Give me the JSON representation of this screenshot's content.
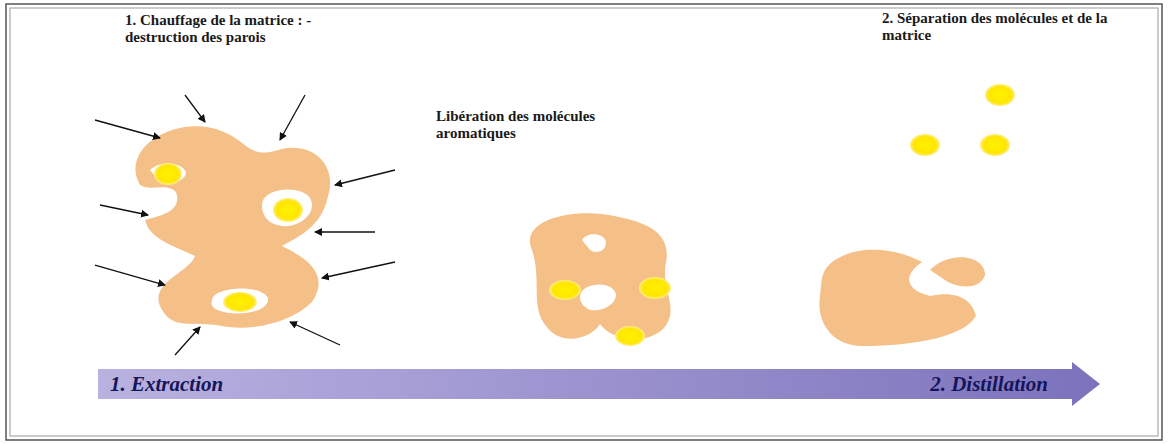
{
  "diagram": {
    "nodes": [
      {
        "text": [
          "1. Extraction",
          "2. Distillation"
        ]
      }
    ],
    "labels": [
      "1. Chauffage de la matrice : -destruction des parois",
      "Libération des molécules aromatiques",
      "2. Séparation des molécules et de la matrice"
    ]
  }
}
